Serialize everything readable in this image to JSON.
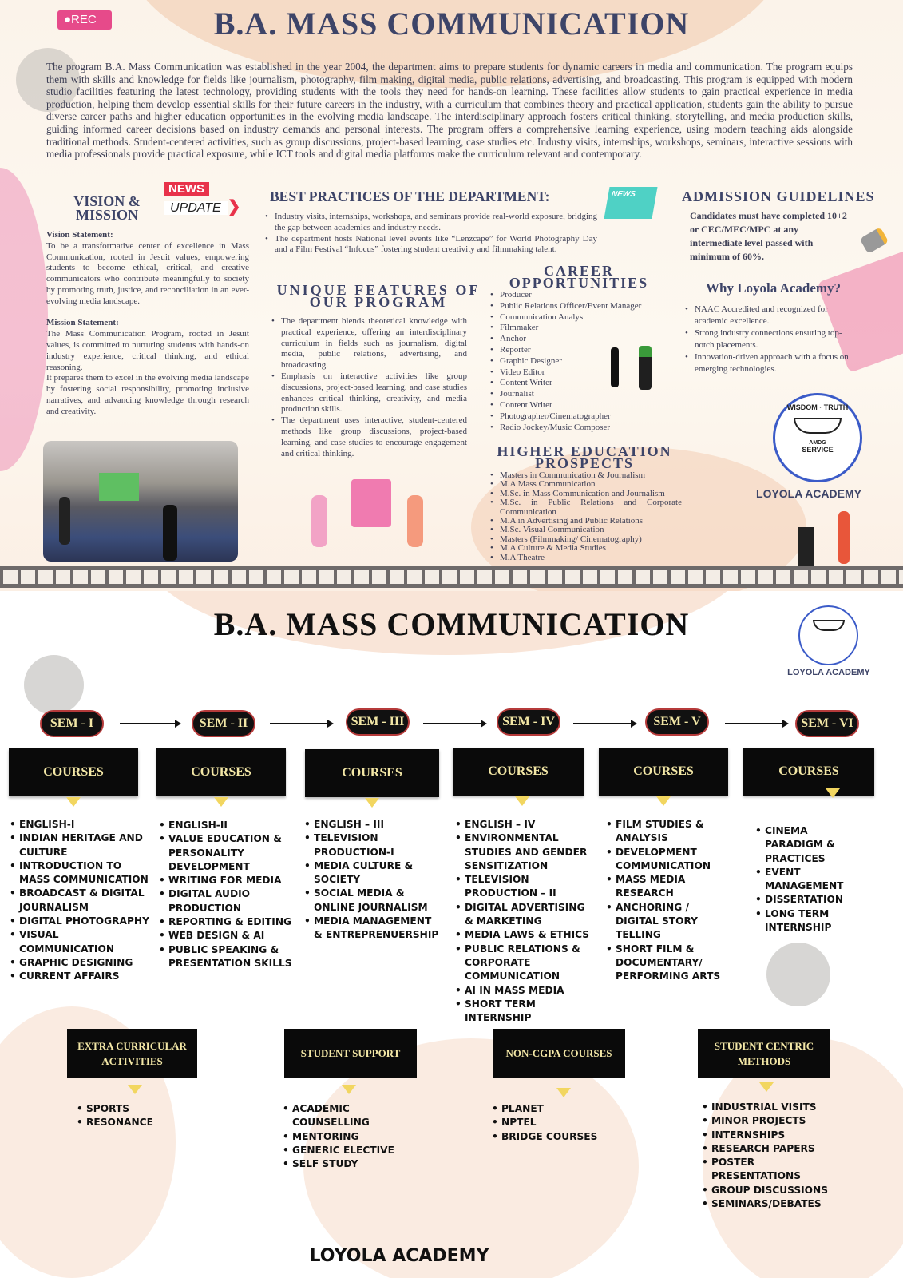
{
  "top": {
    "rec_badge": "●REC",
    "title": "B.A. MASS COMMUNICATION",
    "intro": "The program B.A. Mass Communication was established in the year 2004, the department aims to prepare students for dynamic careers in media and communication. The program equips them with skills and knowledge for fields like journalism, photography, film making, digital media, public relations, advertising, and broadcasting. This program is equipped with modern studio facilities featuring the latest technology, providing students with the tools they need for hands-on learning. These facilities allow students to gain practical experience in media production, helping them develop essential skills for their future careers in the industry, with a curriculum that combines theory and practical application, students gain the ability to pursue diverse career paths and higher education opportunities in the evolving media landscape. The interdisciplinary approach fosters critical thinking, storytelling, and media production skills, guiding informed career decisions based on industry demands and personal interests. The program offers a comprehensive learning experience, using modern teaching aids alongside traditional methods. Student-centered activities, such as group discussions, project-based learning, case studies etc. Industry visits, internships, workshops, seminars, interactive sessions with media professionals provide practical exposure, while ICT tools and digital media platforms make the curriculum relevant and contemporary.",
    "news_badge": {
      "line1": "NEWS",
      "line2": "UPDATE"
    },
    "vision_mission": {
      "heading": "VISION & MISSION",
      "vision_label": "Vision Statement:",
      "vision": "To be a transformative center of excellence in Mass Communication, rooted in Jesuit values, empowering students to become ethical, critical, and creative communicators who contribute meaningfully to society by promoting truth, justice, and reconciliation in an ever-evolving media landscape.",
      "mission_label": "Mission Statement:",
      "mission1": "The Mass Communication Program, rooted in Jesuit values, is committed to nurturing students with hands-on industry experience, critical thinking, and ethical reasoning.",
      "mission2": "It prepares them to excel in the evolving media landscape by fostering social responsibility, promoting inclusive narratives, and advancing knowledge through research and creativity."
    },
    "best_practices": {
      "heading": "BEST PRACTICES OF THE DEPARTMENT:",
      "items": [
        "Industry visits, internships, workshops, and seminars provide real-world exposure, bridging the gap between academics and industry needs.",
        "The department hosts National level events like “Lenzcape” for World Photography Day and a Film Festival “Infocus” fostering student creativity and filmmaking talent."
      ]
    },
    "unique": {
      "heading1": "UNIQUE FEATURES OF",
      "heading2": "OUR PROGRAM",
      "items": [
        "The department blends theoretical knowledge with practical experience, offering an interdisciplinary curriculum in fields such as journalism, digital media, public relations, advertising, and broadcasting.",
        "Emphasis on interactive activities like group discussions, project-based learning, and case studies enhances critical thinking, creativity, and media production skills.",
        "The department uses interactive, student-centered methods like group discussions, project-based learning, and case studies to encourage engagement and critical thinking."
      ]
    },
    "career": {
      "heading1": "CAREER",
      "heading2": "OPPORTUNITIES",
      "items": [
        "Producer",
        "Public Relations Officer/Event Manager",
        "Communication Analyst",
        "Filmmaker",
        "Anchor",
        "Reporter",
        "Graphic Designer",
        "Video Editor",
        "Content Writer",
        "Journalist",
        "Content Writer",
        "Photographer/Cinematographer",
        "Radio Jockey/Music Composer"
      ]
    },
    "higher_ed": {
      "heading1": "HIGHER EDUCATION",
      "heading2": "PROSPECTS",
      "items": [
        "Masters in Communication & Journalism",
        "M.A Mass Communication",
        "M.Sc. in Mass Communication and Journalism",
        "M.Sc. in Public Relations and Corporate Communication",
        "M.A in Advertising and Public Relations",
        "M.Sc. Visual Communication",
        "Masters (Filmmaking/ Cinematography)",
        "M.A  Culture & Media Studies",
        "M.A Theatre"
      ]
    },
    "admission": {
      "heading": "ADMISSION GUIDELINES",
      "text": "Candidates must have completed 10+2 or CEC/MEC/MPC at any intermediate level passed with minimum of 60%."
    },
    "why": {
      "heading": "Why Loyola Academy?",
      "items": [
        "NAAC Accredited and recognized for academic excellence.",
        "Strong industry connections ensuring top-notch placements.",
        "Innovation-driven approach with a focus on emerging technologies."
      ]
    },
    "seal": {
      "top_left": "WISDOM",
      "top_right": "TRUTH",
      "bottom": "SERVICE",
      "book": "AMDG"
    },
    "college_name": "LOYOLA ACADEMY"
  },
  "bottom": {
    "title": "B.A. MASS COMMUNICATION",
    "college_name": "LOYOLA ACADEMY",
    "courses_label": "COURSES",
    "semesters": [
      {
        "label": "SEM - I",
        "courses": [
          "ENGLISH-I",
          "INDIAN HERITAGE AND CULTURE",
          "INTRODUCTION TO MASS COMMUNICATION",
          "BROADCAST & DIGITAL JOURNALISM",
          "DIGITAL PHOTOGRAPHY",
          "VISUAL COMMUNICATION",
          "GRAPHIC DESIGNING",
          "CURRENT AFFAIRS"
        ]
      },
      {
        "label": "SEM - II",
        "courses": [
          "ENGLISH-II",
          "VALUE EDUCATION & PERSONALITY DEVELOPMENT",
          "WRITING FOR MEDIA",
          "DIGITAL AUDIO PRODUCTION",
          "REPORTING & EDITING",
          "WEB DESIGN & AI",
          "PUBLIC SPEAKING & PRESENTATION SKILLS"
        ]
      },
      {
        "label": "SEM - III",
        "courses": [
          "ENGLISH – III",
          "TELEVISION PRODUCTION-I",
          "MEDIA CULTURE & SOCIETY",
          "SOCIAL MEDIA & ONLINE JOURNALISM",
          "MEDIA MANAGEMENT & ENTREPRENUERSHIP"
        ]
      },
      {
        "label": "SEM - IV",
        "courses": [
          "ENGLISH – IV",
          "ENVIRONMENTAL STUDIES AND GENDER SENSITIZATION",
          "TELEVISION PRODUCTION – II",
          "DIGITAL ADVERTISING & MARKETING",
          "MEDIA LAWS & ETHICS",
          "PUBLIC RELATIONS & CORPORATE COMMUNICATION",
          "AI IN MASS MEDIA",
          "SHORT TERM INTERNSHIP"
        ]
      },
      {
        "label": "SEM - V",
        "courses": [
          "FILM STUDIES & ANALYSIS",
          "DEVELOPMENT COMMUNICATION",
          "MASS MEDIA RESEARCH",
          "ANCHORING / DIGITAL STORY TELLING",
          "SHORT FILM & DOCUMENTARY/ PERFORMING ARTS"
        ]
      },
      {
        "label": "SEM - VI",
        "courses": [
          "CINEMA PARADIGM & PRACTICES",
          "EVENT MANAGEMENT",
          "DISSERTATION",
          "LONG TERM INTERNSHIP"
        ]
      }
    ],
    "extras": [
      {
        "label": "EXTRA CURRICULAR ACTIVITIES",
        "items": [
          "SPORTS",
          "RESONANCE"
        ]
      },
      {
        "label": "STUDENT SUPPORT",
        "items": [
          "ACADEMIC COUNSELLING",
          "MENTORING",
          "GENERIC ELECTIVE",
          "SELF STUDY"
        ]
      },
      {
        "label": "NON-CGPA COURSES",
        "items": [
          "PLANET",
          "NPTEL",
          "BRIDGE COURSES"
        ]
      },
      {
        "label": "STUDENT CENTRIC METHODS",
        "items": [
          "INDUSTRIAL VISITS",
          "MINOR PROJECTS",
          "INTERNSHIPS",
          "RESEARCH PAPERS",
          "POSTER PRESENTATIONS",
          "GROUP DISCUSSIONS",
          "SEMINARS/DEBATES"
        ]
      }
    ],
    "footer": "LOYOLA ACADEMY"
  },
  "colors": {
    "navy": "#3d4468",
    "accent_pink": "#e64a8a",
    "box_black": "#0a0a0a",
    "box_text": "#f3e7a6",
    "triangle": "#f2d660",
    "peach": "#f1c6a8"
  }
}
